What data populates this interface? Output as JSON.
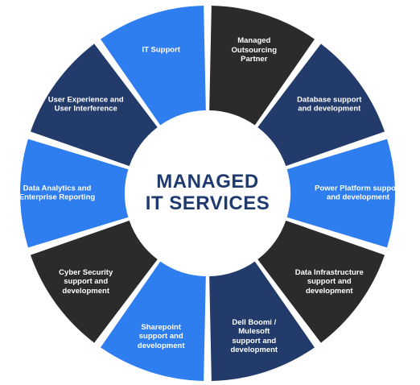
{
  "center": {
    "line1": "MANAGED",
    "line2": "IT SERVICES"
  },
  "colors": {
    "navy": "#233b6b",
    "charcoal": "#2b2b2b",
    "blue": "#2f7ef0",
    "title": "#1f3a6e",
    "label": "#ffffff"
  },
  "segments": [
    {
      "label": "Managed\nOutsourcing\nPartner",
      "color": "charcoal",
      "icon": "none"
    },
    {
      "label": "Database support\nand development",
      "color": "navy"
    },
    {
      "label": "Power Platform support\nand development",
      "color": "blue"
    },
    {
      "label": "Data Infrastructure\nsupport and\ndevelopment",
      "color": "charcoal"
    },
    {
      "label": "Dell Boomi /\nMulesoft\nsupport and\ndevelopment",
      "color": "navy"
    },
    {
      "label": "Sharepoint\nsupport and\ndevelopment",
      "color": "blue"
    },
    {
      "label": "Cyber Security\nsupport and\ndevelopment",
      "color": "charcoal"
    },
    {
      "label": "Data Analytics and\nEnterprise Reporting",
      "color": "blue"
    },
    {
      "label": "User Experience and\nUser Interference",
      "color": "navy"
    },
    {
      "label": "IT Support",
      "color": "blue"
    }
  ]
}
